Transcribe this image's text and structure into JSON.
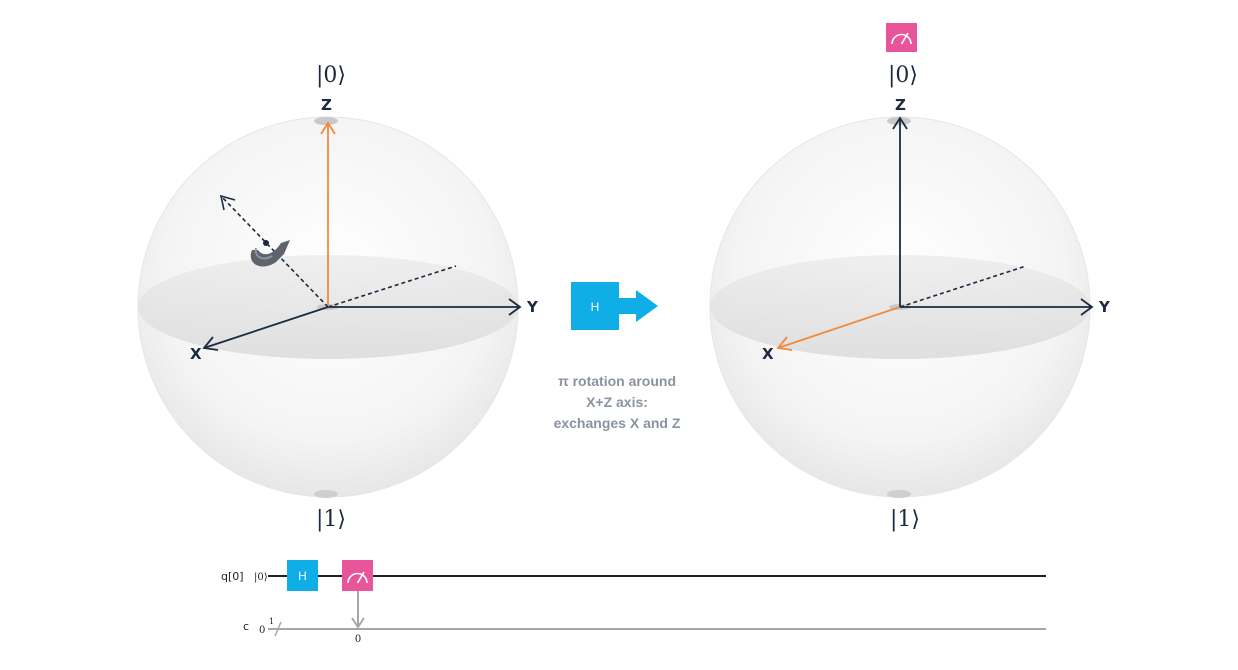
{
  "colors": {
    "axis": "#1c2a3f",
    "state_vector": "#f08a3c",
    "h_gate": "#10aee6",
    "measure_gate": "#e9559b",
    "caption": "#8a93a0",
    "sphere_edge": "#e3e3e3"
  },
  "left_sphere": {
    "top_state": "|0⟩",
    "bottom_state": "|1⟩",
    "z_label": "Z",
    "y_label": "Y",
    "x_label": "X",
    "state_vector_axis": "Z",
    "rotation_axis": "X+Z"
  },
  "right_sphere": {
    "top_state": "|0⟩",
    "bottom_state": "|1⟩",
    "z_label": "Z",
    "y_label": "Y",
    "x_label": "X",
    "state_vector_axis": "X",
    "measure_icon": "meter-icon"
  },
  "transition": {
    "gate_label": "H",
    "caption_lines": [
      "π rotation around",
      "X+Z axis:",
      "exchanges X and Z"
    ]
  },
  "circuit": {
    "qubit_label": "q[0]",
    "init_state": "|0⟩",
    "classical_label": "c",
    "classical_init": "0",
    "classical_width": "1",
    "h_gate_label": "H",
    "measure_target": "0"
  }
}
